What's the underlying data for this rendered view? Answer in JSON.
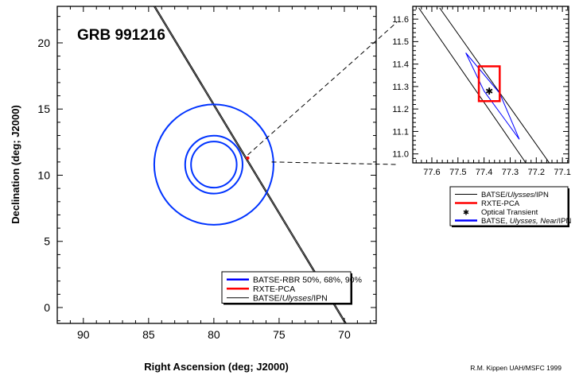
{
  "chart_data": [
    {
      "type": "scatter",
      "title": "GRB 991216",
      "xlabel": "Right Ascension (deg; J2000)",
      "ylabel": "Declination (deg; J2000)",
      "xlim": [
        92,
        67.56
      ],
      "ylim": [
        -1.2,
        22.76
      ],
      "xticks": [
        90,
        85,
        80,
        75,
        70
      ],
      "yticks": [
        0,
        5,
        10,
        15,
        20
      ],
      "batse_circles": {
        "center": [
          80,
          10.8
        ],
        "radii_deg": [
          1.75,
          2.2,
          4.57
        ]
      },
      "ipn_lines": [
        [
          [
            84.6,
            22.76
          ],
          [
            69.95,
            -1.2
          ]
        ],
        [
          [
            84.5,
            22.76
          ],
          [
            69.85,
            -1.2
          ]
        ]
      ],
      "rxte_point": [
        77.4,
        11.3
      ],
      "legend": {
        "placement": "bottom-right",
        "entries": [
          {
            "label": "BATSE-RBR 50%, 68%, 90%",
            "color": "#0000ff"
          },
          {
            "label": "RXTE-PCA",
            "color": "#ff0000"
          },
          {
            "label_pre": "BATSE/",
            "label_italic": "Ulysses",
            "label_post": "/IPN",
            "color": "#000000"
          }
        ]
      }
    },
    {
      "type": "scatter",
      "title": "inset",
      "xlim": [
        77.673,
        77.076
      ],
      "ylim": [
        10.96,
        11.657
      ],
      "xticks": [
        77.6,
        77.5,
        77.4,
        77.3,
        77.2,
        77.1
      ],
      "yticks": [
        11.0,
        11.1,
        11.2,
        11.3,
        11.4,
        11.5,
        11.6
      ],
      "ipn_lines": [
        [
          [
            77.65,
            11.65
          ],
          [
            77.24,
            10.96
          ]
        ],
        [
          [
            77.57,
            11.65
          ],
          [
            77.15,
            10.96
          ]
        ]
      ],
      "rxte_box": {
        "ra": [
          77.42,
          77.34
        ],
        "dec": [
          11.235,
          11.39
        ]
      },
      "optical_transient": [
        77.38,
        11.285
      ],
      "batse_ulysses_near_polygon": [
        [
          77.47,
          11.45
        ],
        [
          77.34,
          11.27
        ],
        [
          77.265,
          11.065
        ],
        [
          77.4,
          11.28
        ]
      ],
      "legend": {
        "placement": "below",
        "entries": [
          {
            "label_pre": "BATSE/",
            "label_italic": "Ulysses",
            "label_post": "/IPN",
            "color": "#000000"
          },
          {
            "label": "RXTE-PCA",
            "color": "#ff0000"
          },
          {
            "label": "Optical Transient",
            "marker": "*"
          },
          {
            "label_pre": "BATSE, ",
            "label_italic": "Ulysses, Near",
            "label_post": "/IPN",
            "color": "#0000ff"
          }
        ]
      }
    }
  ],
  "credit": "R.M. Kippen UAH/MSFC 1999"
}
